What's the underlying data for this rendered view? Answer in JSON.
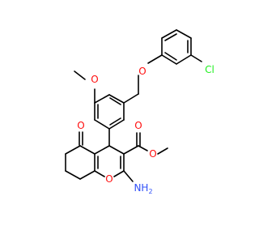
{
  "molecule": {
    "atom_labels": {
      "ether_o": "O",
      "methoxy_o": "O",
      "chloro": "Cl",
      "ketone_o": "O",
      "ester_carbonyl_o": "O",
      "ester_o": "O",
      "ring_o": "O",
      "amino_n": "NH",
      "amino_h_count": "2"
    },
    "colors": {
      "bond": "#000000",
      "oxygen": "#ff0d0d",
      "nitrogen": "#3050f8",
      "chlorine": "#1ff01f"
    }
  }
}
